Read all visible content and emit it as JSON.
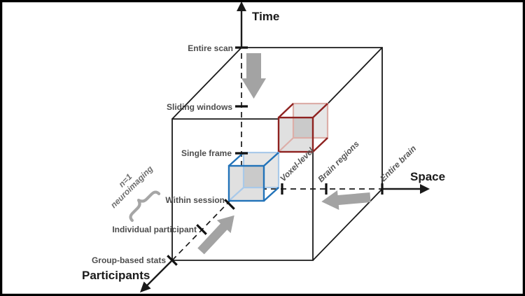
{
  "axes": {
    "time": {
      "label": "Time",
      "ticks": [
        "Entire scan",
        "Sliding windows",
        "Single frame"
      ]
    },
    "space": {
      "label": "Space",
      "ticks": [
        "Voxel-level",
        "Brain regions",
        "Entire brain"
      ]
    },
    "participants": {
      "label": "Participants",
      "ticks": [
        "Within session",
        "Individual participant",
        "Group-based stats"
      ]
    }
  },
  "annotation": {
    "line1": "n=1",
    "line2": "neuroimaging"
  },
  "colors": {
    "frame": "#000000",
    "line": "#1a1a1a",
    "tick": "#111111",
    "label_gray": "#4d4d4d",
    "annotation_gray": "#6e6e6e",
    "arrow_gray": "#a3a3a3",
    "brace_gray": "#a6a6a6",
    "cube_blue": "#2273b9",
    "cube_blue_light": "#a9c9e9",
    "cube_red": "#8e2220",
    "cube_red_light": "#dcaea8",
    "face_fill_front": "#e0e0e0",
    "face_fill_back": "#e6e6e6",
    "face_fill_overlap": "#cacaca"
  }
}
